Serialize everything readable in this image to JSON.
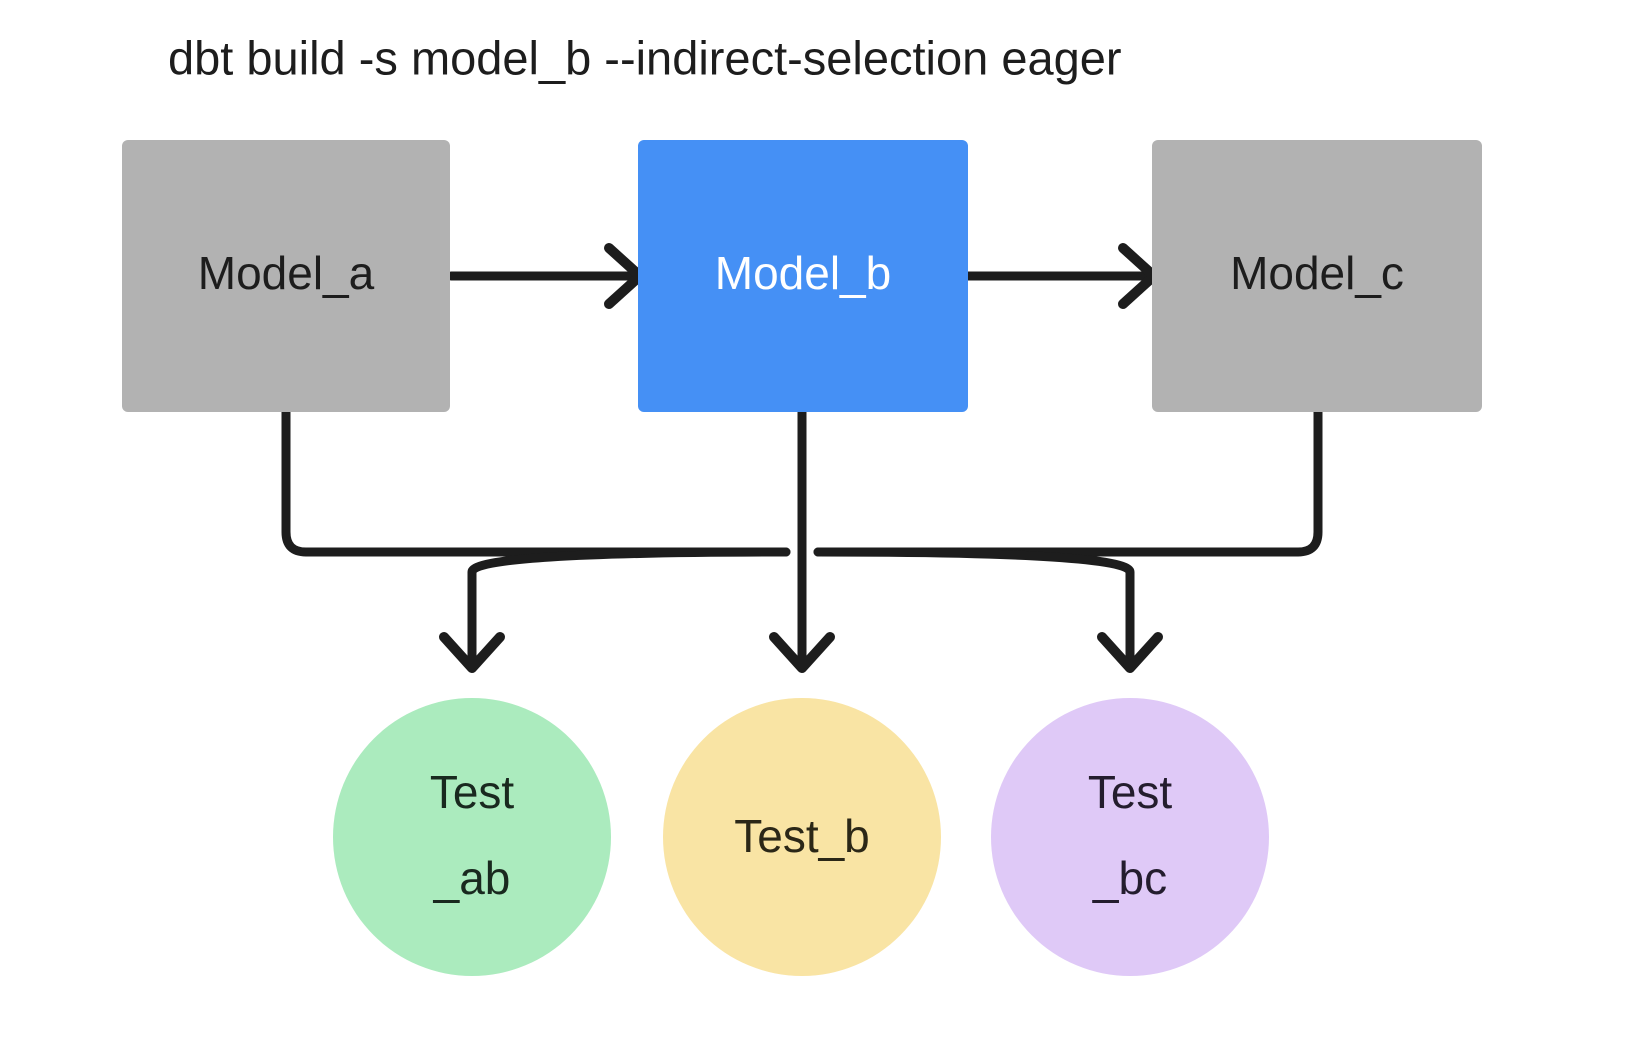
{
  "title": "dbt build -s model_b --indirect-selection eager",
  "colors": {
    "background": "#ffffff",
    "model_default": "#b2b2b2",
    "model_selected": "#4590f5",
    "test_ab": "#abebbe",
    "test_b": "#f9e4a4",
    "test_bc": "#dfc9f7",
    "edge": "#1d1d1d",
    "text_dark": "#1d1d1d",
    "text_light": "#ffffff"
  },
  "nodes": {
    "model_a": {
      "label": "Model_a",
      "shape": "rectangle",
      "fill": "#b2b2b2",
      "text_color": "#1d1d1d"
    },
    "model_b": {
      "label": "Model_b",
      "shape": "rectangle",
      "fill": "#4590f5",
      "text_color": "#ffffff"
    },
    "model_c": {
      "label": "Model_c",
      "shape": "rectangle",
      "fill": "#b2b2b2",
      "text_color": "#1d1d1d"
    },
    "test_ab": {
      "label_line1": "Test",
      "label_line2": "_ab",
      "shape": "circle",
      "fill": "#abebbe"
    },
    "test_b": {
      "label_line1": "Test_b",
      "label_line2": "",
      "shape": "circle",
      "fill": "#f9e4a4"
    },
    "test_bc": {
      "label_line1": "Test",
      "label_line2": "_bc",
      "shape": "circle",
      "fill": "#dfc9f7"
    }
  },
  "edges": [
    {
      "from": "model_a",
      "to": "model_b",
      "style": "arrow-right"
    },
    {
      "from": "model_b",
      "to": "model_c",
      "style": "arrow-right"
    },
    {
      "from": "model_a",
      "to": "test_ab",
      "style": "elbow-down"
    },
    {
      "from": "model_b",
      "to": "test_ab",
      "style": "elbow-down"
    },
    {
      "from": "model_b",
      "to": "test_b",
      "style": "straight-down"
    },
    {
      "from": "model_b",
      "to": "test_bc",
      "style": "elbow-down"
    },
    {
      "from": "model_c",
      "to": "test_bc",
      "style": "elbow-down"
    }
  ]
}
